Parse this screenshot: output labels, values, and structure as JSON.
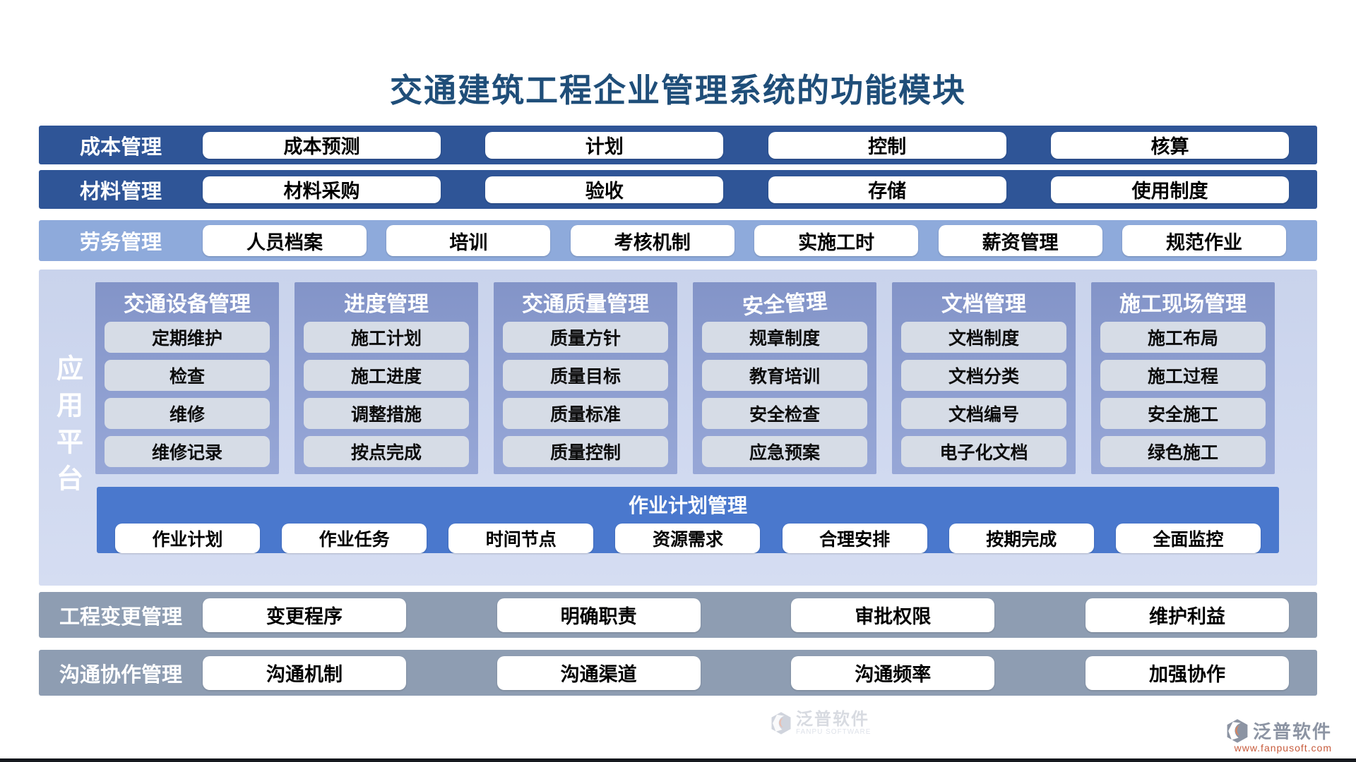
{
  "title": "交通建筑工程企业管理系统的功能模块",
  "top_bands": [
    {
      "id": "cost-management",
      "variant": "dark",
      "label": "成本管理",
      "items": [
        "成本预测",
        "计划",
        "控制",
        "核算"
      ]
    },
    {
      "id": "material-management",
      "variant": "dark",
      "label": "材料管理",
      "items": [
        "材料采购",
        "验收",
        "存储",
        "使用制度"
      ]
    },
    {
      "id": "labor-management",
      "variant": "light",
      "label": "劳务管理",
      "items": [
        "人员档案",
        "培训",
        "考核机制",
        "实施工时",
        "薪资管理",
        "规范作业"
      ]
    }
  ],
  "platform": {
    "side_label": "应用平台",
    "columns": [
      {
        "id": "equipment-management",
        "title": "交通设备管理",
        "items": [
          "定期维护",
          "检查",
          "维修",
          "维修记录"
        ]
      },
      {
        "id": "progress-management",
        "title": "进度管理",
        "items": [
          "施工计划",
          "施工进度",
          "调整措施",
          "按点完成"
        ]
      },
      {
        "id": "quality-management",
        "title": "交通质量管理",
        "items": [
          "质量方针",
          "质量目标",
          "质量标准",
          "质量控制"
        ]
      },
      {
        "id": "safety-management",
        "title": "安全管理",
        "items": [
          "规章制度",
          "教育培训",
          "安全检查",
          "应急预案"
        ]
      },
      {
        "id": "document-management",
        "title": "文档管理",
        "items": [
          "文档制度",
          "文档分类",
          "文档编号",
          "电子化文档"
        ]
      },
      {
        "id": "site-management",
        "title": "施工现场管理",
        "items": [
          "施工布局",
          "施工过程",
          "安全施工",
          "绿色施工"
        ]
      }
    ],
    "job_plan": {
      "title": "作业计划管理",
      "items": [
        "作业计划",
        "作业任务",
        "时间节点",
        "资源需求",
        "合理安排",
        "按期完成",
        "全面监控"
      ]
    }
  },
  "bottom_bands": [
    {
      "id": "change-management",
      "label": "工程变更管理",
      "items": [
        "变更程序",
        "明确职责",
        "审批权限",
        "维护利益"
      ]
    },
    {
      "id": "communication-management",
      "label": "沟通协作管理",
      "items": [
        "沟通机制",
        "沟通渠道",
        "沟通频率",
        "加强协作"
      ]
    }
  ],
  "watermark": {
    "name": "泛普软件",
    "subtitle": "FANPU SOFTWARE"
  },
  "logo": {
    "name": "泛普软件",
    "url": "www.fanpusoft.com"
  },
  "colors": {
    "title_text": "#1F4E79",
    "band_dark": "#2F5597",
    "band_light": "#8EAADB",
    "band_gray": "#8E9DB2",
    "panel_bg": "#CBD5EE",
    "column_bg_top": "#8394C8",
    "column_bg_bottom": "#97A7D7",
    "column_item_bg": "#D6DCE6",
    "job_band_bg": "#4A78CD",
    "pill_bg": "#FFFFFF",
    "logo_gray": "#8C94A3",
    "logo_url_orange": "#C75B3C"
  }
}
